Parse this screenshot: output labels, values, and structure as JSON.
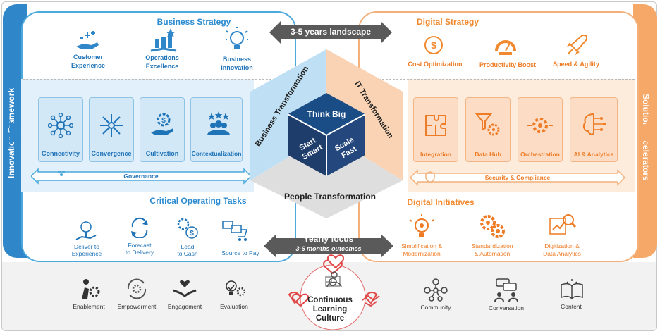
{
  "rails": {
    "left": "Innovation Framework",
    "right": "Solution Accelerators"
  },
  "top_arrow": "3-5 years landscape",
  "bottom_arrow": {
    "title": "Yearly focus",
    "subtitle": "3-6 months outcomes"
  },
  "business_strategy": {
    "title": "Business Strategy",
    "items": [
      {
        "line1": "Customer",
        "line2": "Experience",
        "icon": "hand-sparkle-icon"
      },
      {
        "line1": "Operations",
        "line2": "Excellence",
        "icon": "hand-star-icon"
      },
      {
        "line1": "Business",
        "line2": "Innovation",
        "icon": "lightbulb-icon"
      }
    ]
  },
  "digital_strategy": {
    "title": "Digital Strategy",
    "items": [
      {
        "label": "Cost Optimization",
        "icon": "dollar-down-icon"
      },
      {
        "label": "Productivity Boost",
        "icon": "gauge-icon"
      },
      {
        "label": "Speed & Agility",
        "icon": "rocket-icon"
      }
    ]
  },
  "framework_cards": [
    {
      "label": "Connectivity",
      "icon": "network-icon"
    },
    {
      "label": "Convergence",
      "icon": "converge-arrows-icon"
    },
    {
      "label": "Cultivation",
      "icon": "gear-hand-icon"
    },
    {
      "label": "Contextualization",
      "icon": "people-stars-icon"
    }
  ],
  "governance": "Governance",
  "accelerator_cards": [
    {
      "label": "Integration",
      "icon": "puzzle-icon"
    },
    {
      "label": "Data Hub",
      "icon": "funnel-gear-icon"
    },
    {
      "label": "Orchestration",
      "icon": "gears-icon"
    },
    {
      "label": "AI & Analytics",
      "icon": "brain-circuit-icon"
    }
  ],
  "security": "Security & Compliance",
  "center": {
    "business": "Business Transformation",
    "it": "IT Transformation",
    "people": "People Transformation",
    "cube_top": "Think Big",
    "cube_left_1": "Start",
    "cube_left_2": "Smart",
    "cube_right_1": "Scale",
    "cube_right_2": "Fast"
  },
  "critical_tasks": {
    "title": "Critical Operating Tasks",
    "items": [
      {
        "line1": "Deliver to",
        "line2": "Experience",
        "icon": "tree-hand-icon"
      },
      {
        "line1": "Forecast",
        "line2": "to Delivery",
        "icon": "cycle-icon"
      },
      {
        "line1": "Lead",
        "line2": "to Cash",
        "icon": "gear-dollar-icon"
      },
      {
        "line1": "Source to Pay",
        "line2": "",
        "icon": "cart-docs-icon"
      }
    ]
  },
  "digital_initiatives": {
    "title": "Digital Initiatives",
    "items": [
      {
        "line1": "Simplification &",
        "line2": "Modernization",
        "icon": "lightbulb-gear-icon"
      },
      {
        "line1": "Standardization",
        "line2": "& Automation",
        "icon": "gears-cog-icon"
      },
      {
        "line1": "Digitization &",
        "line2": "Data Analytics",
        "icon": "magnifier-chart-icon"
      }
    ]
  },
  "culture": {
    "center_line1": "Continuous",
    "center_line2": "Learning",
    "center_line3": "Culture",
    "left": [
      {
        "label": "Enablement",
        "icon": "person-gear-icon"
      },
      {
        "label": "Empowerment",
        "icon": "refresh-gear-icon"
      },
      {
        "label": "Engagement",
        "icon": "hands-heart-icon"
      },
      {
        "label": "Evaluation",
        "icon": "bulb-check-icon"
      }
    ],
    "right": [
      {
        "label": "Community",
        "icon": "community-icon"
      },
      {
        "label": "Conversation",
        "icon": "chat-people-icon"
      },
      {
        "label": "Content",
        "icon": "book-icon"
      }
    ]
  },
  "colors": {
    "blue": "#2f86c8",
    "orange": "#f6a868",
    "dark": "#1f3d6b"
  }
}
